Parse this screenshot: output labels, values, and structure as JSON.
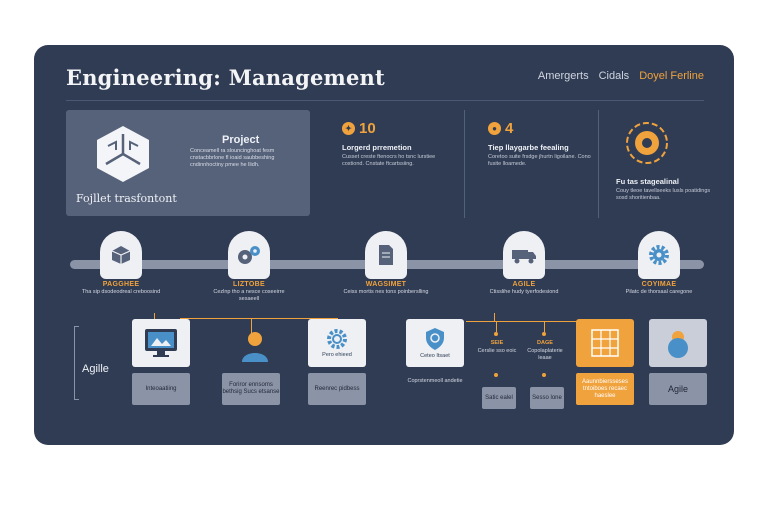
{
  "header": {
    "title": "Engineering: Management",
    "links": [
      "Amergerts",
      "Cidals",
      "Doyel Ferline"
    ]
  },
  "feature_card": {
    "title": "Project",
    "text": "Conceamell ra slouncinghoat fesm cnstacbbrlone fl ioaid saubbeshing cndinnhoctiny pmee he llidh.",
    "caption": "Fojllet trasfontont"
  },
  "stats": [
    {
      "value": "10",
      "title": "Lorgerd prremetion",
      "text": "Cusset creste ftenocrs ho tsnc lurstiee costiond. Cnstate ftcartssiing."
    },
    {
      "value": "4",
      "title": "Tiep llaygarbe feealing",
      "text": "Coretoo suite frsdge jhurtn ligoilane. Cono fusite lloamede."
    },
    {
      "value": "",
      "title": "Fu tas stagealinal",
      "text": "Couy tleoe tavellseeks lusls poatidings sosd shoritienbaa."
    }
  ],
  "stages": [
    {
      "label": "PAGGHEE",
      "desc": "Tha sip dsodeodreal creboosind"
    },
    {
      "label": "LIZTOBE",
      "desc": "Cezlnp tho a nesce coseeirre sesaeell"
    },
    {
      "label": "WAGSIMET",
      "desc": "Ceiss mortis nes tons poinberslling"
    },
    {
      "label": "AGILE",
      "desc": "Ctisslihe hudy tyerfodesiond"
    },
    {
      "label": "COYIMAE",
      "desc": "Pilatc de thorsaal caregone"
    }
  ],
  "section_label": "Agille",
  "tiles": {
    "t1": "Inteoaatiing",
    "t2": "Foriror ennsoms bethsig Sucs etsanse",
    "t3": "Pero ehieed",
    "t3box": "Reenrec pidbess",
    "t4": "Ceteo Itsaet",
    "t4box": "Coprstenmeoll andetie",
    "t5": "Agile",
    "orange_box": "Aaunnbiersseses tntoiboes recaec haeslee"
  },
  "branches": {
    "left_label": "SEIE",
    "left_desc": "Cerslie sso eoic",
    "right_label": "DAGE",
    "right_desc": "Copolaplaterie leaae",
    "left_box": "Satic ealel",
    "right_box": "Sesso lone"
  },
  "colors": {
    "panel": "#303c54",
    "accent": "#f0a23c",
    "tile": "#eef0f4",
    "track": "#8b94a6"
  }
}
